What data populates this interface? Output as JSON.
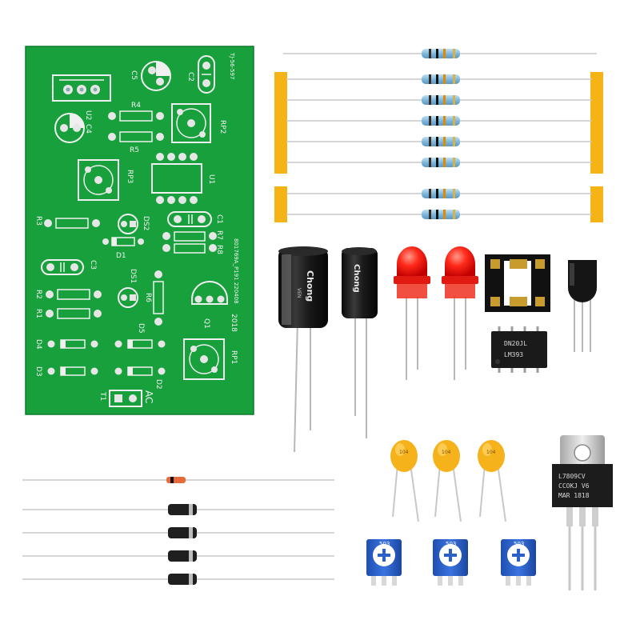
{
  "pcb": {
    "labels": {
      "rp2": "RP2",
      "u2": "U2",
      "c4": "C4",
      "c5": "C5",
      "c2": "C2",
      "r4": "R4",
      "r5": "R5",
      "rp3": "RP3",
      "u1": "U1",
      "r3": "R3",
      "ds2": "DS2",
      "c1": "C1",
      "r7": "R7",
      "r8": "R8",
      "c3": "C3",
      "d1": "D1",
      "ds1": "DS1",
      "r2": "R2",
      "r1": "R1",
      "r6": "R6",
      "q1": "Q1",
      "d4": "D4",
      "d5": "D5",
      "d3": "D3",
      "d2": "D2",
      "rp1": "RP1",
      "t1": "T1",
      "ac": "AC",
      "board_id": "TJ-56-597",
      "lot": "801769A_P191 220408",
      "year": "2018"
    }
  },
  "components": {
    "cap1_brand": "Chong",
    "cap1_sub": "VEN",
    "cap2_brand": "Chong",
    "ic_line1": "DN20JL",
    "ic_line2": "LM393",
    "ceramic_cap_label": "104",
    "pot_label": "503",
    "regulator_line1": "L7809CV",
    "regulator_line2": "CCOKJ V6",
    "regulator_line3": "MAR 1818"
  }
}
